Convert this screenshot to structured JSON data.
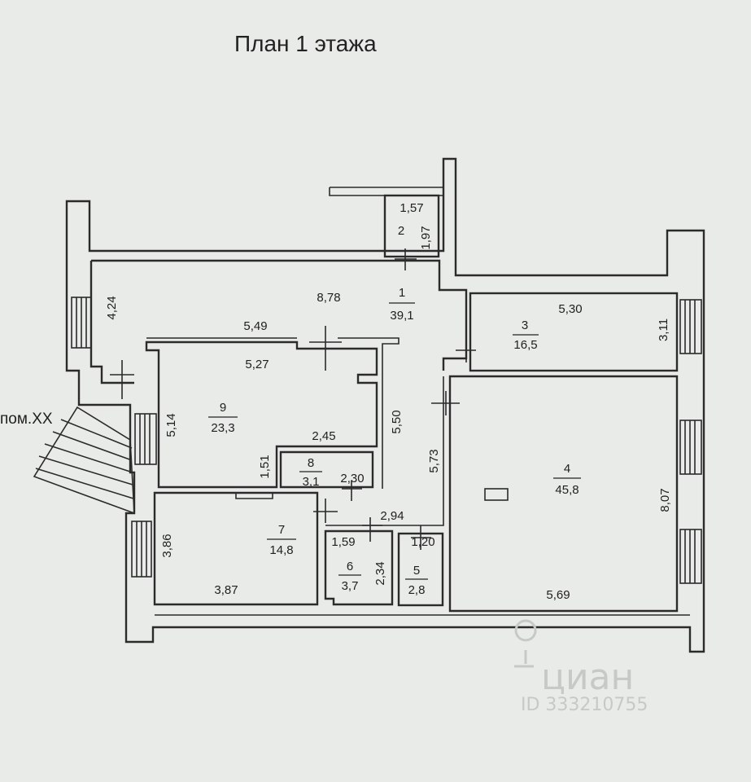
{
  "title": "План 1 этажа",
  "neighbor_label": "пом.XX",
  "watermark": {
    "brand": "циан",
    "id": "ID 333210755"
  },
  "rooms": [
    {
      "number": "1",
      "area": "39,1"
    },
    {
      "number": "2",
      "area": ""
    },
    {
      "number": "3",
      "area": "16,5"
    },
    {
      "number": "4",
      "area": "45,8"
    },
    {
      "number": "5",
      "area": "2,8"
    },
    {
      "number": "6",
      "area": "3,7"
    },
    {
      "number": "7",
      "area": "14,8"
    },
    {
      "number": "8",
      "area": "3,1"
    },
    {
      "number": "9",
      "area": "23,3"
    }
  ],
  "dimensions": {
    "r2_w": "1,57",
    "r2_h": "1,97",
    "r1_top": "8,78",
    "r1_left": "4,24",
    "r1_mid": "5,49",
    "r3_w": "5,30",
    "r3_h": "3,11",
    "r9_top": "5,27",
    "r9_left": "5,14",
    "r9_bottom": "2,45",
    "corr_550": "5,50",
    "corr_573": "5,73",
    "r8_h": "1,51",
    "r8_w": "2,30",
    "corr_294": "2,94",
    "r7_h": "3,86",
    "r7_w": "3,87",
    "r6_w": "1,59",
    "r6_h": "2,34",
    "r5_w": "1,20",
    "r4_h": "8,07",
    "r4_w": "5,69"
  }
}
